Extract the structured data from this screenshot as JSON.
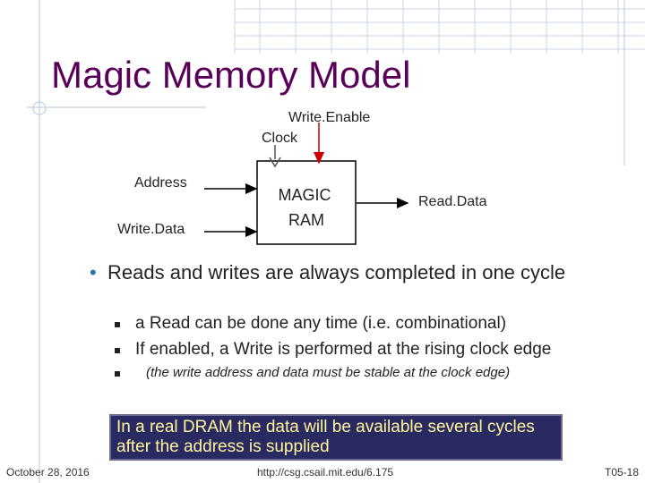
{
  "slide": {
    "title": "Magic Memory Model",
    "footer_date": "October 28, 2016",
    "footer_url": "http://csg.csail.mit.edu/6.175",
    "footer_page": "T05-18"
  },
  "diagram": {
    "box_label_line1": "MAGIC",
    "box_label_line2": "RAM",
    "write_enable_label": "Write.Enable",
    "clock_label": "Clock",
    "address_label": "Address",
    "write_data_label": "Write.Data",
    "read_data_label": "Read.Data",
    "colors": {
      "write_enable_arrow": "#cc0000",
      "wire": "#000000",
      "clock_arrow": "#555555"
    }
  },
  "bullets": {
    "main": "Reads and writes are always completed in one cycle",
    "sub": [
      "a Read can be done any time (i.e. combinational)",
      "If enabled, a Write is performed at the rising clock edge",
      "(the write address and data must be stable at the clock edge)"
    ]
  },
  "callout": {
    "text": "In a real DRAM the data will be available several cycles after the address is supplied"
  },
  "colors": {
    "title": "#5a005a",
    "bullet_dot": "#2f6fb0",
    "callout_bg": "#2a2a63",
    "callout_text": "#fff59a"
  }
}
